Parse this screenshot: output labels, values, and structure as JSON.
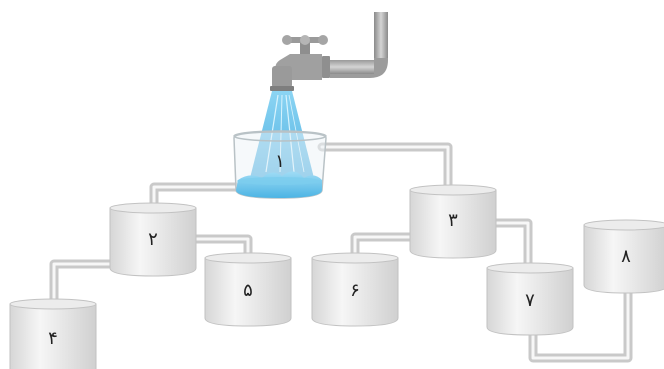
{
  "containers": [
    {
      "id": "1",
      "label": "۱"
    },
    {
      "id": "2",
      "label": "۲"
    },
    {
      "id": "3",
      "label": "۳"
    },
    {
      "id": "4",
      "label": "۴"
    },
    {
      "id": "5",
      "label": "۵"
    },
    {
      "id": "6",
      "label": "۶"
    },
    {
      "id": "7",
      "label": "۷"
    },
    {
      "id": "8",
      "label": "۸"
    }
  ]
}
